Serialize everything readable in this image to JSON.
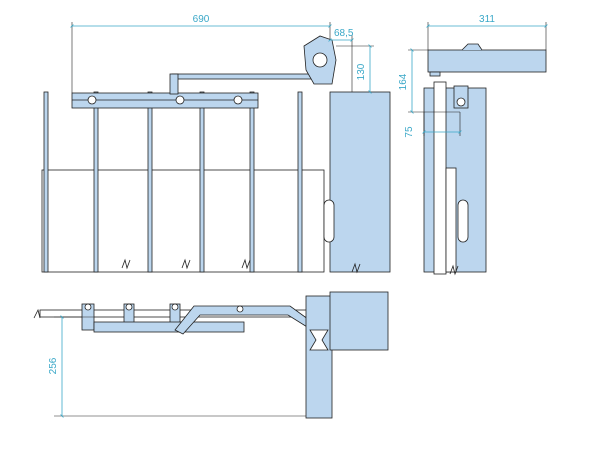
{
  "dimensions": {
    "width_total": "690",
    "offset_top": "68,5",
    "height_arm": "130",
    "width_side": "311",
    "height_side": "164",
    "offset_side": "75",
    "depth_plan": "256"
  },
  "colors": {
    "panel": "#bcd6ee",
    "dimension": "#3aa8c8",
    "line": "#222222"
  }
}
